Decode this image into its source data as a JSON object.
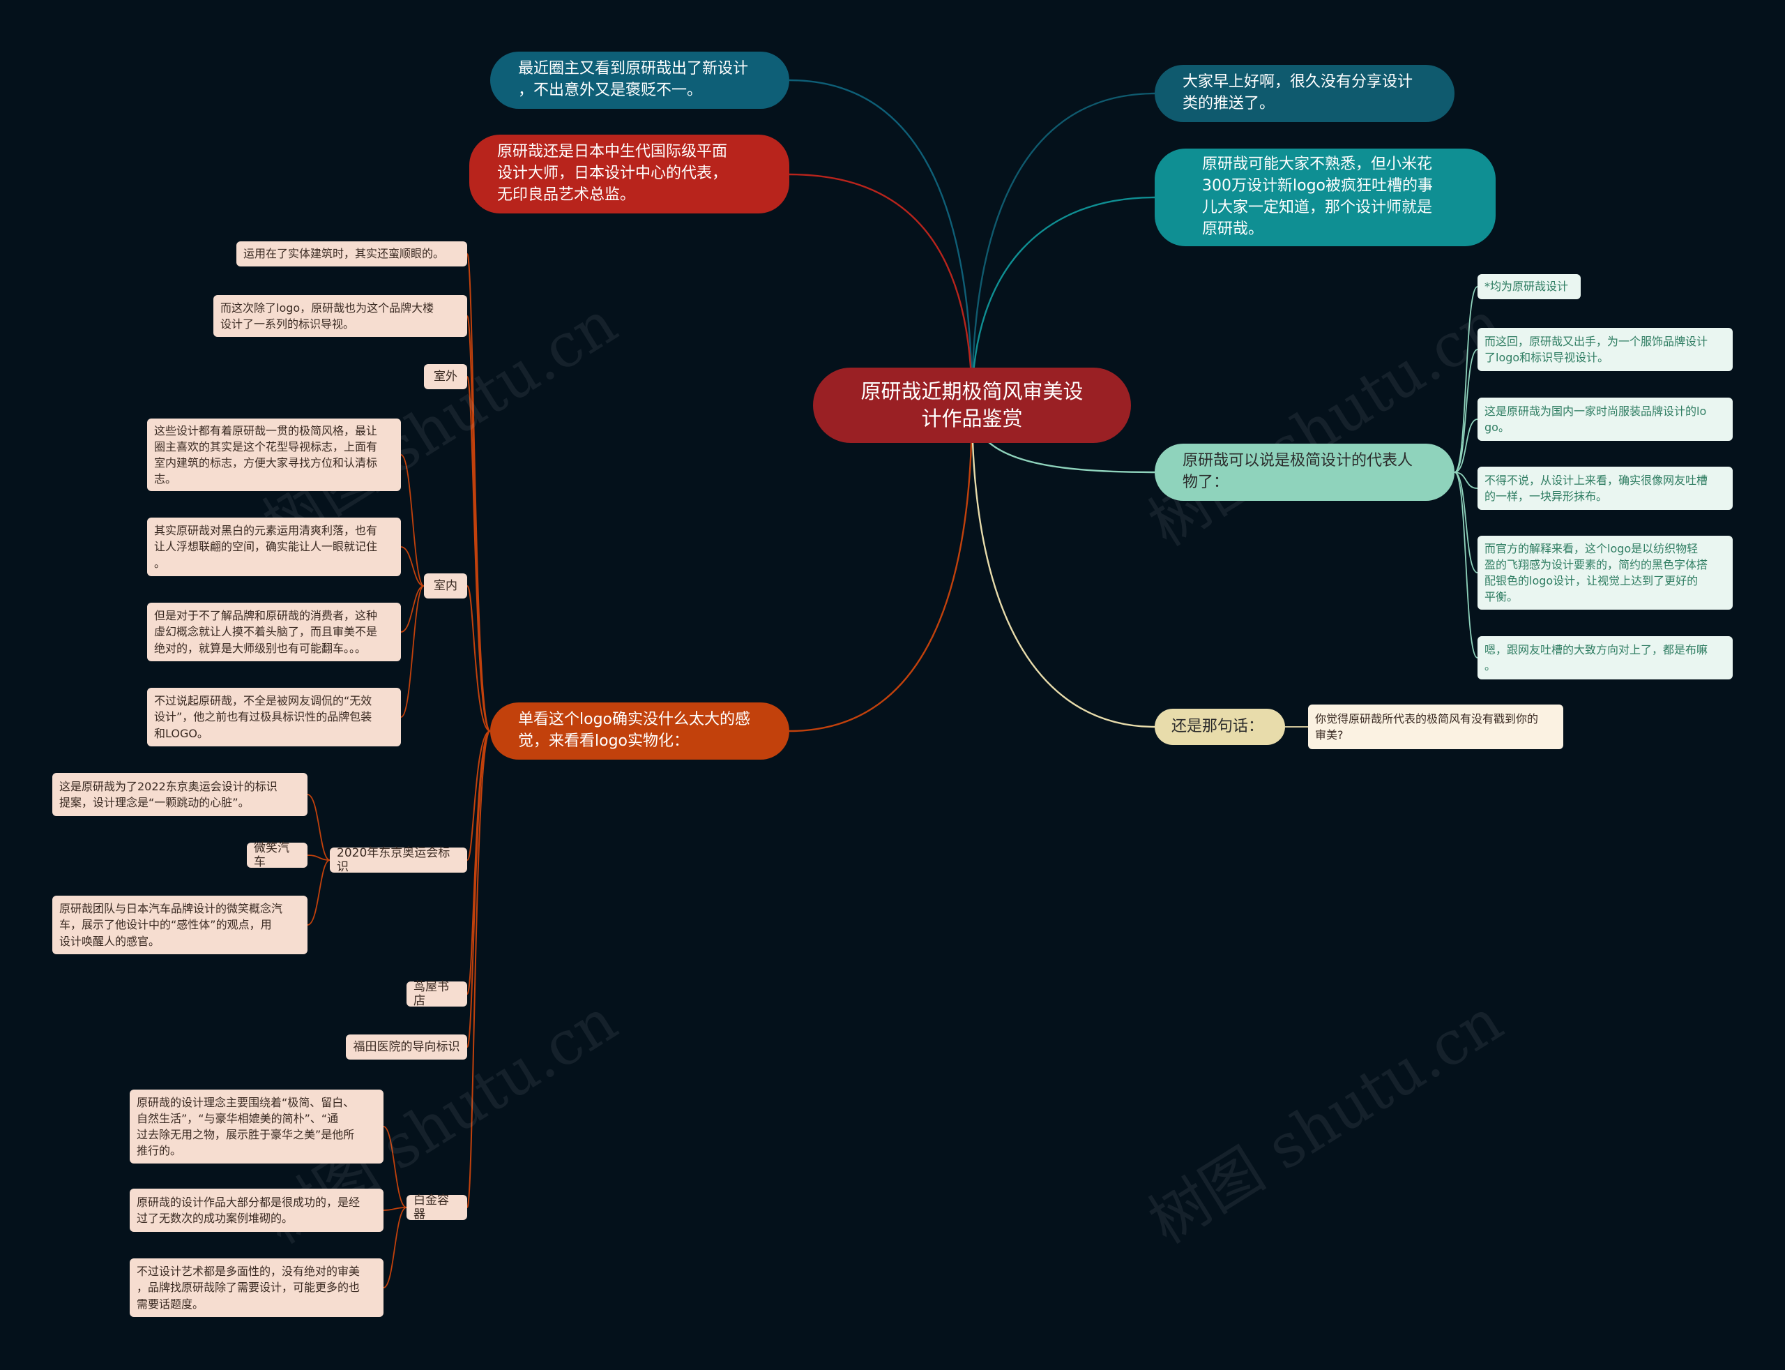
{
  "root": {
    "text": "原研哉近期极简风审美设\n计作品鉴赏"
  },
  "colors": {
    "background": "#04111b",
    "root": "#9a2024",
    "branch_news": "#0e5f77",
    "branch_master": "#b8241c",
    "branch_logo": "#c2410c",
    "branch_morning": "#0f5a6e",
    "branch_unknown": "#0f8f93",
    "branch_minimal": "#8fd3bc",
    "branch_words": "#e8dcab"
  },
  "branches": {
    "news": "最近圈主又看到原研哉出了新设计\n，不出意外又是褒贬不一。",
    "master": "原研哉还是日本中生代国际级平面\n设计大师，日本设计中心的代表，\n无印良品艺术总监。",
    "logo": "单看这个logo确实没什么太大的感\n觉，来看看logo实物化：",
    "morning": "大家早上好啊，很久没有分享设计\n类的推送了。",
    "unknown": "原研哉可能大家不熟悉，但小米花\n300万设计新logo被疯狂吐槽的事\n儿大家一定知道，那个设计师就是\n原研哉。",
    "minimal": "原研哉可以说是极简设计的代表人\n物了：",
    "words": "还是那句话："
  },
  "logo_children": {
    "building": "运用在了实体建筑时，其实还蛮顺眼的。",
    "signage": "而这次除了logo，原研哉也为这个品牌大楼\n设计了一系列的标识导视。",
    "outdoor": "室外",
    "indoor": "室内",
    "indoor_items": [
      "这些设计都有着原研哉一贯的极简风格，最让\n圈主喜欢的其实是这个花型导视标志，上面有\n室内建筑的标志，方便大家寻找方位和认清标\n志。",
      "其实原研哉对黑白的元素运用清爽利落，也有\n让人浮想联翩的空间，确实能让人一眼就记住\n。",
      "但是对于不了解品牌和原研哉的消费者，这种\n虚幻概念就让人摸不着头脑了，而且审美不是\n绝对的，就算是大师级别也有可能翻车。。。",
      "不过说起原研哉，不全是被网友调侃的“无效\n设计”，他之前也有过极具标识性的品牌包装\n和LOGO。"
    ],
    "tokyo": "2020年东京奥运会标识",
    "tokyo_items": [
      "这是原研哉为了2022东京奥运会设计的标识\n提案，设计理念是“一颗跳动的心脏”。",
      "微笑汽车",
      "原研哉团队与日本汽车品牌设计的微笑概念汽\n车，展示了他设计中的“感性体”的观点，用\n设计唤醒人的感官。"
    ],
    "tsutaya": "茑屋书店",
    "futian": "福田医院的导向标识",
    "platinum": "白金容器",
    "platinum_items": [
      "原研哉的设计理念主要围绕着“极简、留白、\n自然生活”，“与豪华相媲美的简朴”、“通\n过去除无用之物，展示胜于豪华之美”是他所\n推行的。",
      "原研哉的设计作品大部分都是很成功的，是经\n过了无数次的成功案例堆砌的。",
      "不过设计艺术都是多面性的，没有绝对的审美\n，品牌找原研哉除了需要设计，可能更多的也\n需要话题度。"
    ]
  },
  "minimal_children": [
    "*均为原研哉设计",
    "而这回，原研哉又出手，为一个服饰品牌设计\n了logo和标识导视设计。",
    "这是原研哉为国内一家时尚服装品牌设计的lo\ngo。",
    "不得不说，从设计上来看，确实很像网友吐槽\n的一样，一块异形抹布。",
    "而官方的解释来看，这个logo是以纺织物轻\n盈的飞翔感为设计要素的，简约的黑色字体搭\n配银色的logo设计，让视觉上达到了更好的\n平衡。",
    "嗯，跟网友吐槽的大致方向对上了，都是布嘛\n。"
  ],
  "words_child": "你觉得原研哉所代表的极简风有没有戳到你的\n审美?",
  "watermark": "树图 shutu.cn"
}
